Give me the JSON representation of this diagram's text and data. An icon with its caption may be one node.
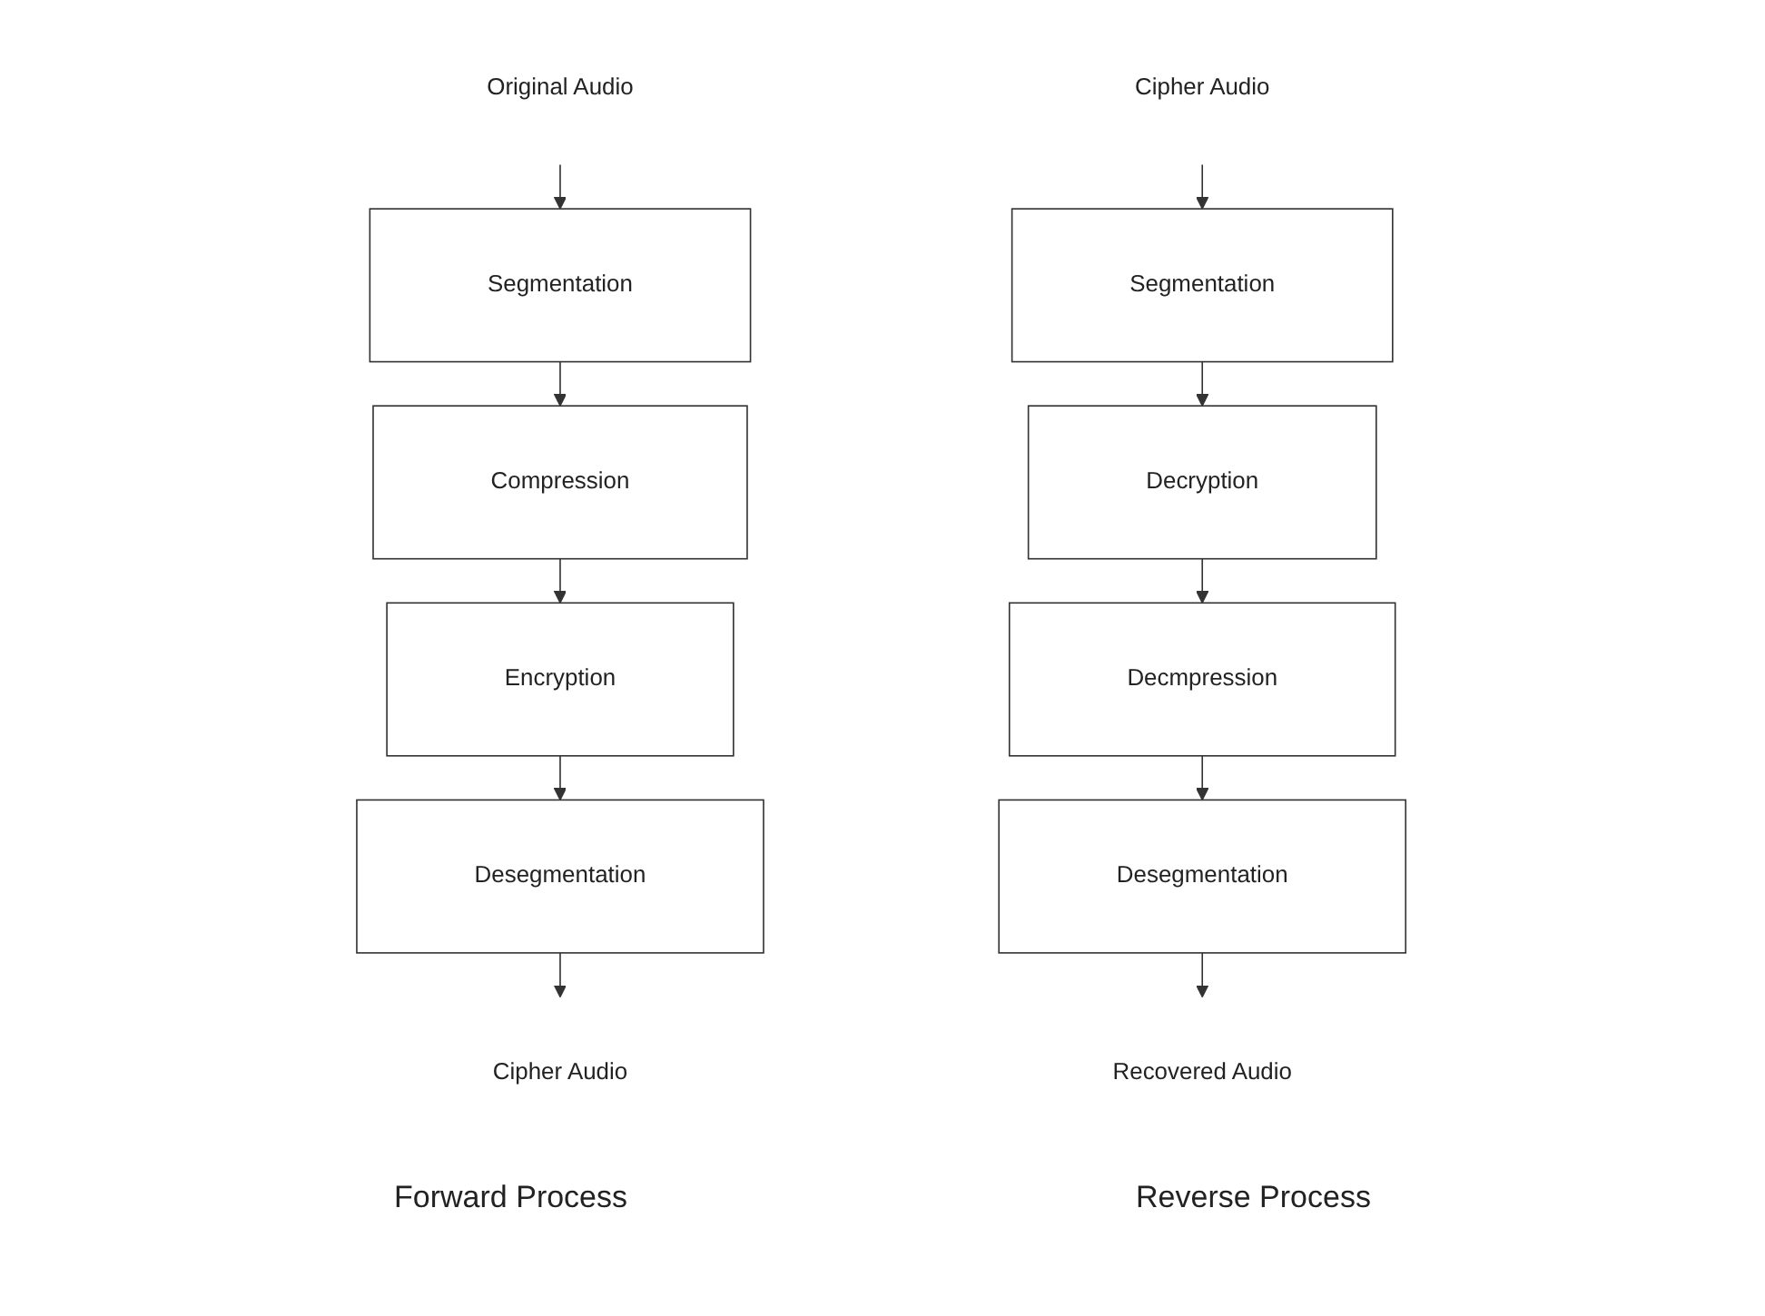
{
  "diagram": {
    "nodes": [
      {
        "text": [
          "Original Audio"
        ]
      },
      {
        "text": [
          "Segmentation"
        ]
      },
      {
        "text": [
          "Compression"
        ]
      },
      {
        "text": [
          "Encryption"
        ]
      },
      {
        "text": [
          "Desegmentation"
        ]
      },
      {
        "text": [
          "Cipher Audio"
        ]
      },
      {
        "text": [
          "Cipher Audio"
        ]
      },
      {
        "text": [
          "Segmentation"
        ]
      },
      {
        "text": [
          "Decryption"
        ]
      },
      {
        "text": [
          "Decmpression"
        ]
      },
      {
        "text": [
          "Desegmentation"
        ]
      },
      {
        "text": [
          "Recovered Audio"
        ]
      }
    ],
    "edges": [
      {
        "from": 0,
        "to": 1,
        "arrow": "to"
      },
      {
        "from": 1,
        "to": 2,
        "arrow": "to"
      },
      {
        "from": 2,
        "to": 3,
        "arrow": "to"
      },
      {
        "from": 3,
        "to": 4,
        "arrow": "to"
      },
      {
        "from": 4,
        "to": 5,
        "arrow": "to"
      },
      {
        "from": 6,
        "to": 7,
        "arrow": "to"
      },
      {
        "from": 7,
        "to": 8,
        "arrow": "to"
      },
      {
        "from": 8,
        "to": 9,
        "arrow": "to"
      },
      {
        "from": 9,
        "to": 10,
        "arrow": "to"
      },
      {
        "from": 10,
        "to": 11,
        "arrow": "to"
      }
    ],
    "labels": [
      "Forward Process",
      "Reverse Process"
    ]
  }
}
